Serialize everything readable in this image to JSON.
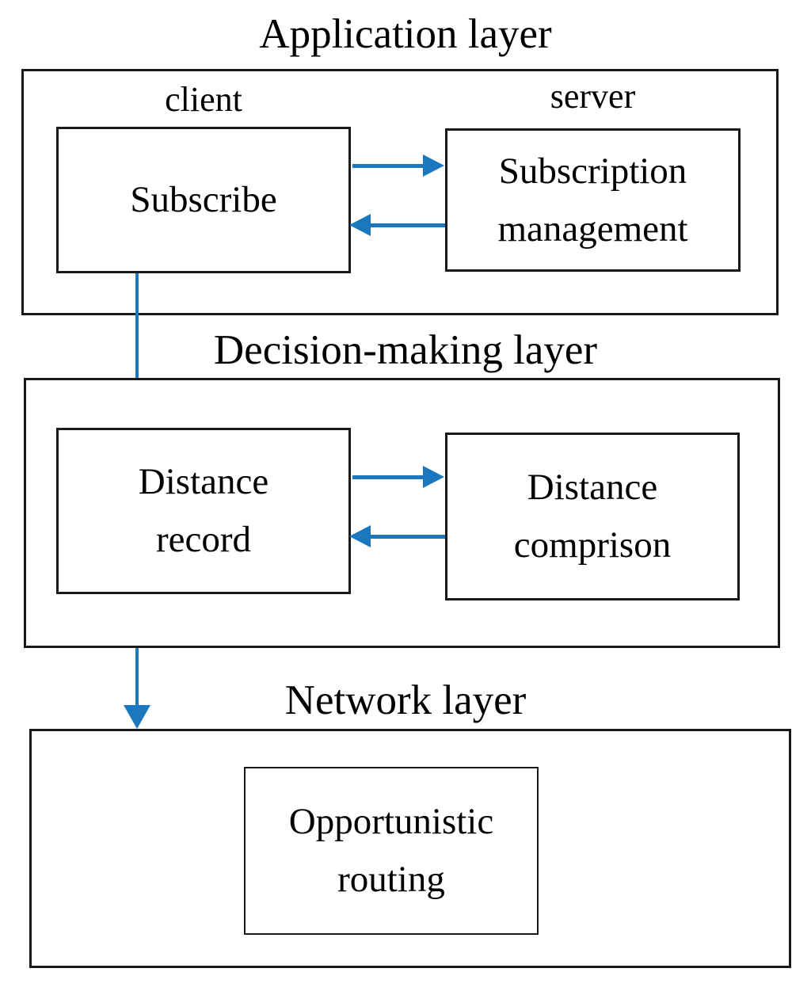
{
  "colors": {
    "arrow": "#1B78BE",
    "line": "#1A1A1A",
    "text": "#000000",
    "background": "#FFFFFF"
  },
  "application_layer": {
    "title": "Application layer",
    "client_label": "client",
    "server_label": "server",
    "subscribe_box": {
      "lines": [
        "Subscribe"
      ]
    },
    "subscription_management_box": {
      "lines": [
        "Subscription",
        "management"
      ]
    }
  },
  "decision_layer": {
    "title": "Decision-making layer",
    "distance_record_box": {
      "lines": [
        "Distance",
        "record"
      ]
    },
    "distance_comprison_box": {
      "lines": [
        "Distance",
        "comprison"
      ]
    }
  },
  "network_layer": {
    "title": "Network layer",
    "opportunistic_routing_box": {
      "lines": [
        "Opportunistic",
        "routing"
      ]
    }
  }
}
